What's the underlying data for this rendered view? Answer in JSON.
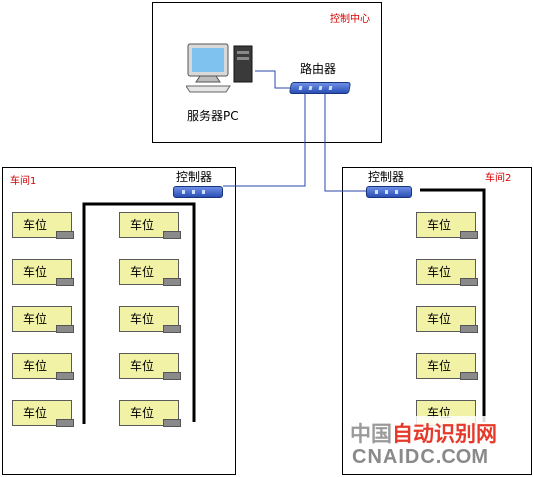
{
  "control_center": {
    "title": "控制中心",
    "server_label": "服务器PC",
    "router_label": "路由器"
  },
  "workshop1": {
    "title": "车间1",
    "controller_label": "控制器",
    "col1": [
      "车位",
      "车位",
      "车位",
      "车位",
      "车位"
    ],
    "col2": [
      "车位",
      "车位",
      "车位",
      "车位",
      "车位"
    ]
  },
  "workshop2": {
    "title": "车间2",
    "controller_label": "控制器",
    "col1": [
      "车位",
      "车位",
      "车位",
      "车位",
      "车位"
    ]
  },
  "watermark": {
    "line1_gray": "中国",
    "line1_red": "自动识别网",
    "line2_left": "CNAIDC",
    "line2_right": ".COM"
  }
}
